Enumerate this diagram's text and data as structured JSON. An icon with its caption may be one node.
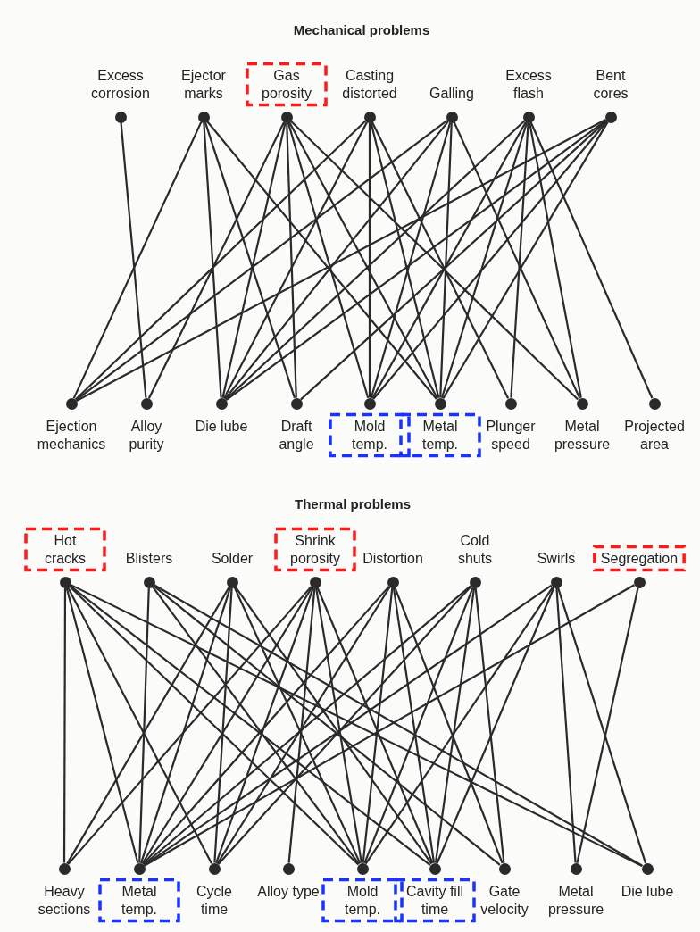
{
  "diagram": {
    "nodes": [
      {
        "text": [
          "Excess corrosion"
        ]
      },
      {
        "text": [
          "Ejector marks"
        ]
      },
      {
        "text": [
          "Gas porosity"
        ]
      },
      {
        "text": [
          "Casting distorted"
        ]
      },
      {
        "text": [
          "Galling"
        ]
      },
      {
        "text": [
          "Excess flash"
        ]
      },
      {
        "text": [
          "Bent cores"
        ]
      },
      {
        "text": [
          "Ejection mechanics"
        ]
      },
      {
        "text": [
          "Alloy purity"
        ]
      },
      {
        "text": [
          "Die lube"
        ]
      },
      {
        "text": [
          "Draft angle"
        ]
      },
      {
        "text": [
          "Mold temp."
        ]
      },
      {
        "text": [
          "Metal temp."
        ]
      },
      {
        "text": [
          "Plunger speed"
        ]
      },
      {
        "text": [
          "Metal pressure"
        ]
      },
      {
        "text": [
          "Projected area"
        ]
      },
      {
        "text": [
          "Hot cracks"
        ]
      },
      {
        "text": [
          "Blisters"
        ]
      },
      {
        "text": [
          "Solder"
        ]
      },
      {
        "text": [
          "Shrink porosity"
        ]
      },
      {
        "text": [
          "Distortion"
        ]
      },
      {
        "text": [
          "Cold shuts"
        ]
      },
      {
        "text": [
          "Swirls"
        ]
      },
      {
        "text": [
          "Segregation"
        ]
      },
      {
        "text": [
          "Heavy sections"
        ]
      },
      {
        "text": [
          "Metal temp."
        ]
      },
      {
        "text": [
          "Cycle time"
        ]
      },
      {
        "text": [
          "Alloy type"
        ]
      },
      {
        "text": [
          "Mold temp."
        ]
      },
      {
        "text": [
          "Cavity fill time"
        ]
      },
      {
        "text": [
          "Gate velocity"
        ]
      },
      {
        "text": [
          "Metal pressure"
        ]
      },
      {
        "text": [
          "Die lube"
        ]
      }
    ],
    "edges": [
      {
        "from": 0,
        "to": 8,
        "arrow": "none"
      },
      {
        "from": 1,
        "to": 7,
        "arrow": "none"
      },
      {
        "from": 1,
        "to": 9,
        "arrow": "none"
      },
      {
        "from": 1,
        "to": 10,
        "arrow": "none"
      },
      {
        "from": 1,
        "to": 12,
        "arrow": "none"
      },
      {
        "from": 2,
        "to": 8,
        "arrow": "none"
      },
      {
        "from": 2,
        "to": 9,
        "arrow": "none"
      },
      {
        "from": 2,
        "to": 10,
        "arrow": "none"
      },
      {
        "from": 2,
        "to": 11,
        "arrow": "none"
      },
      {
        "from": 2,
        "to": 12,
        "arrow": "none"
      },
      {
        "from": 2,
        "to": 14,
        "arrow": "none"
      },
      {
        "from": 3,
        "to": 7,
        "arrow": "none"
      },
      {
        "from": 3,
        "to": 9,
        "arrow": "none"
      },
      {
        "from": 3,
        "to": 11,
        "arrow": "none"
      },
      {
        "from": 3,
        "to": 12,
        "arrow": "none"
      },
      {
        "from": 3,
        "to": 13,
        "arrow": "none"
      },
      {
        "from": 4,
        "to": 7,
        "arrow": "none"
      },
      {
        "from": 4,
        "to": 9,
        "arrow": "none"
      },
      {
        "from": 4,
        "to": 11,
        "arrow": "none"
      },
      {
        "from": 4,
        "to": 12,
        "arrow": "none"
      },
      {
        "from": 4,
        "to": 14,
        "arrow": "none"
      },
      {
        "from": 5,
        "to": 9,
        "arrow": "none"
      },
      {
        "from": 5,
        "to": 11,
        "arrow": "none"
      },
      {
        "from": 5,
        "to": 12,
        "arrow": "none"
      },
      {
        "from": 5,
        "to": 13,
        "arrow": "none"
      },
      {
        "from": 5,
        "to": 14,
        "arrow": "none"
      },
      {
        "from": 5,
        "to": 15,
        "arrow": "none"
      },
      {
        "from": 6,
        "to": 7,
        "arrow": "none"
      },
      {
        "from": 6,
        "to": 9,
        "arrow": "none"
      },
      {
        "from": 6,
        "to": 10,
        "arrow": "none"
      },
      {
        "from": 6,
        "to": 11,
        "arrow": "none"
      },
      {
        "from": 6,
        "to": 12,
        "arrow": "none"
      },
      {
        "from": 16,
        "to": 24,
        "arrow": "none"
      },
      {
        "from": 16,
        "to": 25,
        "arrow": "none"
      },
      {
        "from": 16,
        "to": 26,
        "arrow": "none"
      },
      {
        "from": 16,
        "to": 28,
        "arrow": "none"
      },
      {
        "from": 16,
        "to": 29,
        "arrow": "none"
      },
      {
        "from": 16,
        "to": 32,
        "arrow": "none"
      },
      {
        "from": 17,
        "to": 25,
        "arrow": "none"
      },
      {
        "from": 17,
        "to": 28,
        "arrow": "none"
      },
      {
        "from": 17,
        "to": 30,
        "arrow": "none"
      },
      {
        "from": 17,
        "to": 32,
        "arrow": "none"
      },
      {
        "from": 18,
        "to": 24,
        "arrow": "none"
      },
      {
        "from": 18,
        "to": 25,
        "arrow": "none"
      },
      {
        "from": 18,
        "to": 26,
        "arrow": "none"
      },
      {
        "from": 18,
        "to": 28,
        "arrow": "none"
      },
      {
        "from": 18,
        "to": 29,
        "arrow": "none"
      },
      {
        "from": 19,
        "to": 24,
        "arrow": "none"
      },
      {
        "from": 19,
        "to": 25,
        "arrow": "none"
      },
      {
        "from": 19,
        "to": 26,
        "arrow": "none"
      },
      {
        "from": 19,
        "to": 27,
        "arrow": "none"
      },
      {
        "from": 19,
        "to": 28,
        "arrow": "none"
      },
      {
        "from": 19,
        "to": 29,
        "arrow": "none"
      },
      {
        "from": 20,
        "to": 25,
        "arrow": "none"
      },
      {
        "from": 20,
        "to": 26,
        "arrow": "none"
      },
      {
        "from": 20,
        "to": 28,
        "arrow": "none"
      },
      {
        "from": 20,
        "to": 29,
        "arrow": "none"
      },
      {
        "from": 20,
        "to": 30,
        "arrow": "none"
      },
      {
        "from": 21,
        "to": 25,
        "arrow": "none"
      },
      {
        "from": 21,
        "to": 26,
        "arrow": "none"
      },
      {
        "from": 21,
        "to": 28,
        "arrow": "none"
      },
      {
        "from": 21,
        "to": 29,
        "arrow": "none"
      },
      {
        "from": 21,
        "to": 30,
        "arrow": "none"
      },
      {
        "from": 22,
        "to": 25,
        "arrow": "none"
      },
      {
        "from": 22,
        "to": 28,
        "arrow": "none"
      },
      {
        "from": 22,
        "to": 29,
        "arrow": "none"
      },
      {
        "from": 22,
        "to": 31,
        "arrow": "none"
      },
      {
        "from": 22,
        "to": 32,
        "arrow": "none"
      },
      {
        "from": 23,
        "to": 25,
        "arrow": "none"
      },
      {
        "from": 23,
        "to": 31,
        "arrow": "none"
      }
    ],
    "labels": [
      "Mechanical problems",
      "Thermal problems"
    ]
  }
}
